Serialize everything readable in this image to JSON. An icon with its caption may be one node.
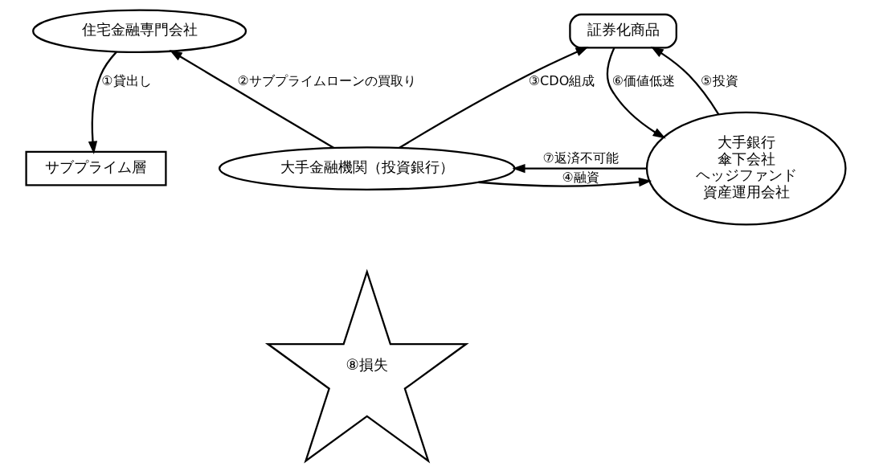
{
  "diagram": {
    "nodes": [
      {
        "text": [
          "サブプライム層"
        ]
      },
      {
        "text": [
          "住宅金融専門会社"
        ]
      },
      {
        "text": [
          "証券化商品"
        ]
      },
      {
        "text": [
          "大手金融機関（投資銀行）"
        ]
      },
      {
        "text": [
          "大手銀行",
          "傘下会社",
          "ヘッジファンド",
          "資産運用会社"
        ]
      },
      {
        "text": [
          "⑧損失"
        ]
      }
    ],
    "edges": [
      {
        "from": 1,
        "to": 0,
        "arrow": "to",
        "label": "①貸出し"
      },
      {
        "from": 3,
        "to": 1,
        "arrow": "to",
        "label": "②サブプライムローンの買取り"
      },
      {
        "from": 3,
        "to": 2,
        "arrow": "to",
        "label": "③CDO組成"
      },
      {
        "from": 3,
        "to": 4,
        "arrow": "to",
        "label": "④融資"
      },
      {
        "from": 4,
        "to": 2,
        "arrow": "to",
        "label": "⑤投資"
      },
      {
        "from": 2,
        "to": 4,
        "arrow": "to",
        "label": "⑥価値低迷"
      },
      {
        "from": 4,
        "to": 3,
        "arrow": "to",
        "label": "⑦返済不可能"
      }
    ]
  }
}
